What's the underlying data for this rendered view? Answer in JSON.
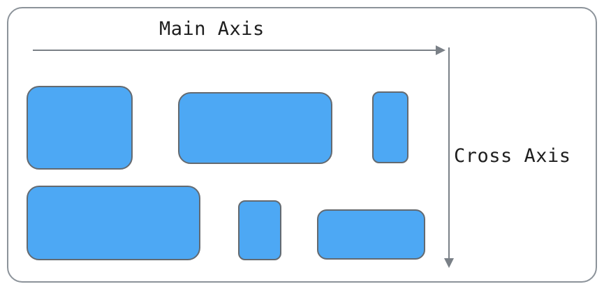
{
  "diagram": {
    "main_axis_label": "Main Axis",
    "cross_axis_label": "Cross Axis",
    "item_fill_color": "#4da8f4",
    "item_border_color": "#646a70",
    "frame_border_color": "#8c939a",
    "arrow_color": "#7a8087",
    "row_count": 2,
    "items_per_row": 3
  }
}
